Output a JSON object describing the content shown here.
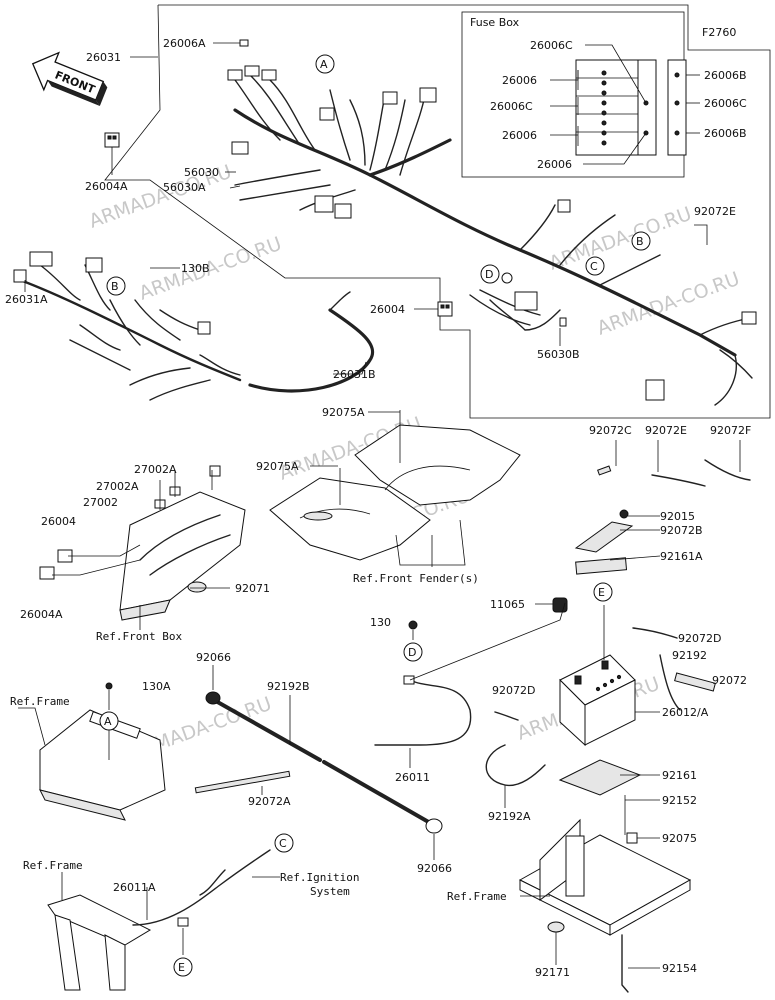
{
  "diagram_code": "F2760",
  "fuse_box": {
    "title": "Fuse Box",
    "labels": [
      "26006C",
      "26006",
      "26006C",
      "26006",
      "26006",
      "26006B",
      "26006C",
      "26006B"
    ]
  },
  "front_arrow": "FRONT",
  "watermark": "ARMADA-CO.RU",
  "ref_circles": [
    "A",
    "B",
    "C",
    "D",
    "E"
  ],
  "parts": {
    "p26031": "26031",
    "p26006A": "26006A",
    "p26004A_top": "26004A",
    "p56030": "56030",
    "p56030A": "56030A",
    "p130B": "130B",
    "p26031A": "26031A",
    "p26004_mid": "26004",
    "p26031B": "26031B",
    "p56030B": "56030B",
    "p92072E_top": "92072E",
    "p92075A_1": "92075A",
    "p92075A_2": "92075A",
    "p27002A_1": "27002A",
    "p27002A_2": "27002A",
    "p27002": "27002",
    "p26004_left": "26004",
    "p26004A_left": "26004A",
    "p92071": "92071",
    "p92072C": "92072C",
    "p92072E": "92072E",
    "p92072F": "92072F",
    "p92015": "92015",
    "p92072B": "92072B",
    "p92161A": "92161A",
    "p11065": "11065",
    "p92072D_r": "92072D",
    "p92192": "92192",
    "p92072": "92072",
    "p26012A": "26012/A",
    "p92161": "92161",
    "p92152": "92152",
    "p92075": "92075",
    "p92171": "92171",
    "p92154": "92154",
    "p130": "130",
    "p92066_top": "92066",
    "p92192B": "92192B",
    "p130A": "130A",
    "p92072A": "92072A",
    "p92066_bot": "92066",
    "p26011": "26011",
    "p92072D_c": "92072D",
    "p92192A": "92192A",
    "p26011A": "26011A"
  },
  "refs": {
    "front_box": "Ref.Front Box",
    "front_fenders": "Ref.Front Fender(s)",
    "frame_1": "Ref.Frame",
    "frame_2": "Ref.Frame",
    "frame_3": "Ref.Frame",
    "ignition_1": "Ref.Ignition",
    "ignition_2": "System"
  }
}
